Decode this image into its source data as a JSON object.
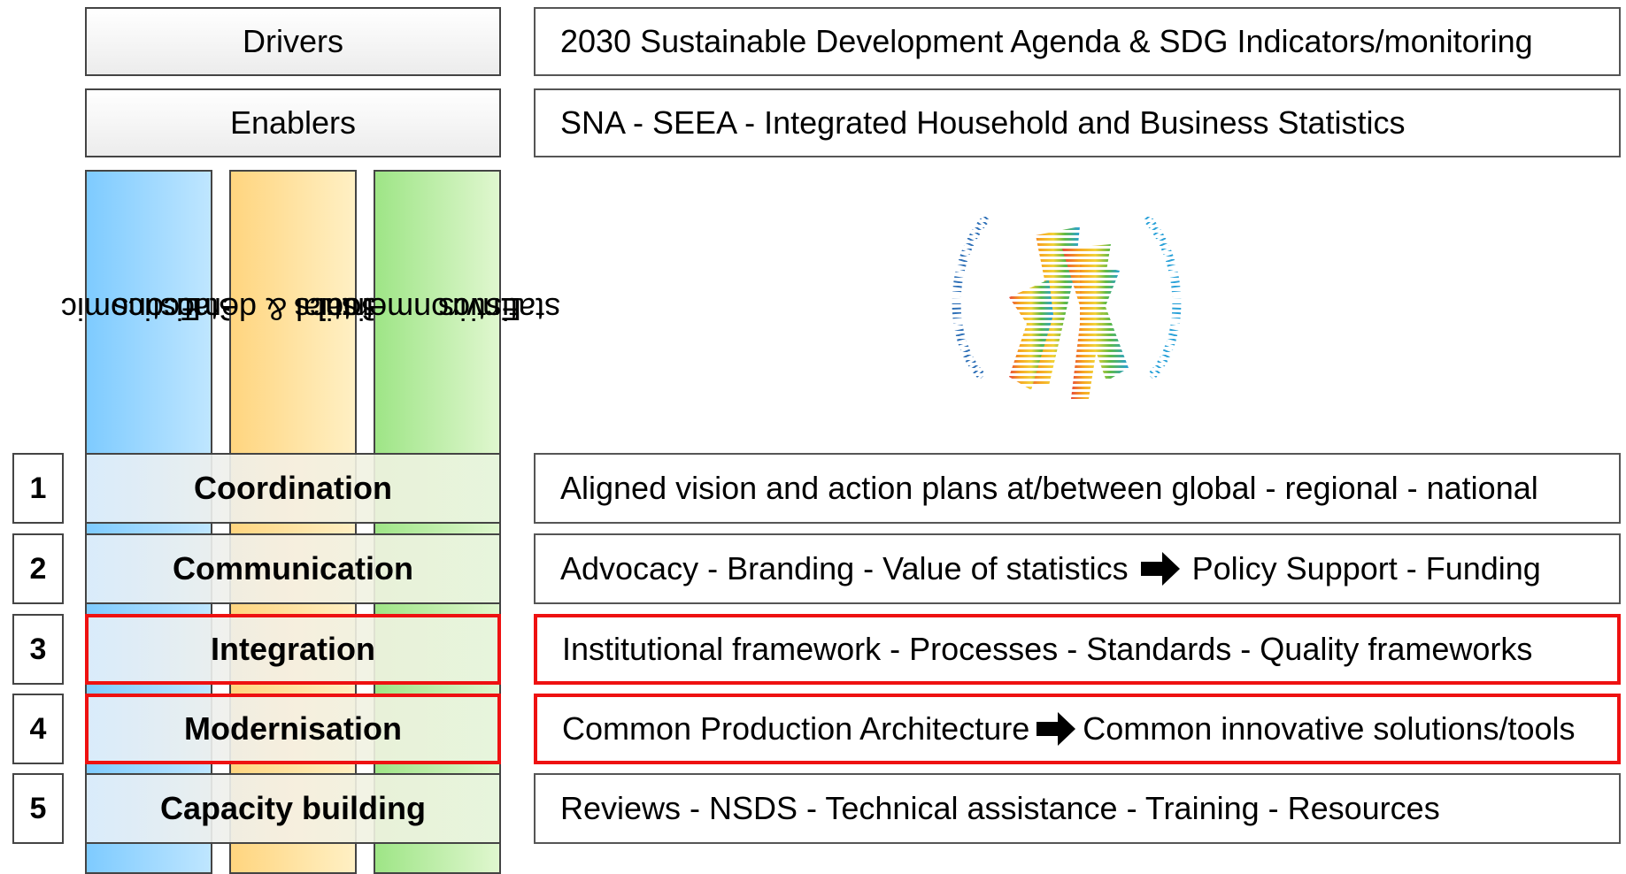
{
  "header_rows": [
    {
      "label": "Drivers",
      "description": "2030 Sustainable Development Agenda & SDG Indicators/monitoring"
    },
    {
      "label": "Enablers",
      "description": "SNA - SEEA - Integrated Household and Business Statistics"
    }
  ],
  "columns": [
    {
      "line1": "Economic",
      "line2": "Statistics",
      "color": "#7ecbff"
    },
    {
      "line1": "Social & demo.",
      "line2": "Statistics",
      "color": "#ffd57f"
    },
    {
      "line1": "Environmental",
      "line2": "statistics",
      "color": "#9ee586"
    }
  ],
  "pillars": [
    {
      "number": "1",
      "label": "Coordination",
      "description": "Aligned vision and action plans at/between global - regional - national",
      "highlighted": false
    },
    {
      "number": "2",
      "label": "Communication",
      "description_before_arrow": "Advocacy - Branding - Value of statistics",
      "description_after_arrow": "Policy Support - Funding",
      "highlighted": false
    },
    {
      "number": "3",
      "label": "Integration",
      "description": "Institutional framework - Processes - Standards - Quality frameworks",
      "highlighted": true
    },
    {
      "number": "4",
      "label": "Modernisation",
      "description_before_arrow": "Common Production Architecture",
      "description_after_arrow": "Common innovative solutions/tools",
      "highlighted": true
    },
    {
      "number": "5",
      "label": "Capacity building",
      "description": "Reviews - NSDS - Technical assistance - Training - Resources",
      "highlighted": false
    }
  ],
  "colors": {
    "highlight": "#ee1111",
    "border": "#444444"
  },
  "icons": {
    "logo": "sdg-globe-logo-icon",
    "arrow": "right-arrow-icon"
  }
}
